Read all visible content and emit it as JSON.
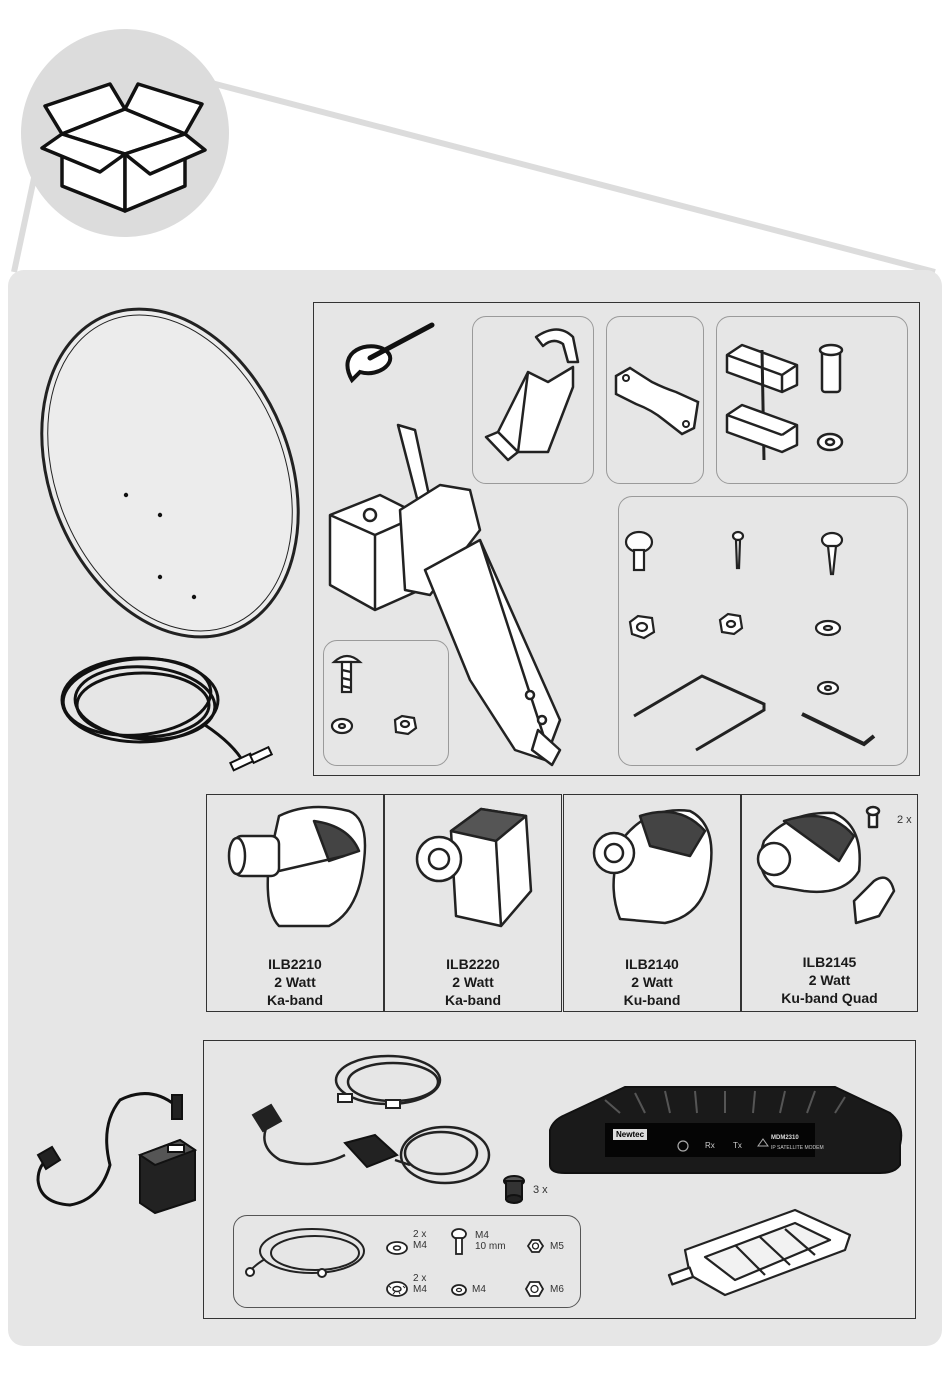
{
  "lnbs": [
    {
      "model": "ILB2210",
      "power": "2 Watt",
      "band": "Ka-band"
    },
    {
      "model": "ILB2220",
      "power": "2 Watt",
      "band": "Ka-band"
    },
    {
      "model": "ILB2140",
      "power": "2 Watt",
      "band": "Ku-band"
    },
    {
      "model": "ILB2145",
      "power": "2 Watt",
      "band": "Ku-band Quad"
    }
  ],
  "lnb_quad_screw_qty": "2 x",
  "connector_qty": "3 x",
  "modem": {
    "brand": "Newtec",
    "model": "MDM2310",
    "subtitle": "IP SATELLITE MODEM",
    "rx": "Rx",
    "tx": "Tx"
  },
  "hardware": {
    "washer_m4_qty": "2 x",
    "washer_m4_size": "M4",
    "bolt_size": "M4",
    "bolt_length": "10 mm",
    "nut_m5": "M5",
    "lockwasher_m4_qty": "2 x",
    "lockwasher_m4_size": "M4",
    "washer_small_m4": "M4",
    "nut_m6": "M6"
  },
  "colors": {
    "panel": "#e6e6e6",
    "circle": "#dcdcdc",
    "ink": "#1a1a1a"
  }
}
